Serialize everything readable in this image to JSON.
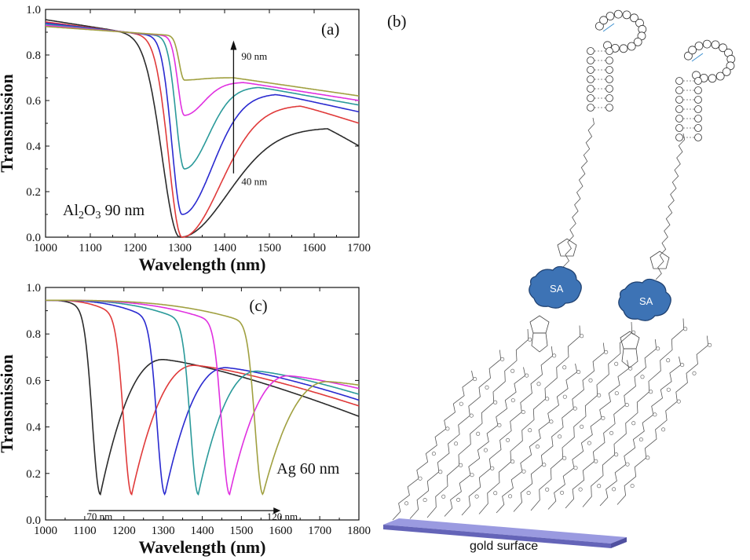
{
  "chart_data": [
    {
      "type": "line",
      "panel_label": "(a)",
      "ylabel": "Transmission",
      "xlabel": "Wavelength (nm)",
      "xlim": [
        1000,
        1700
      ],
      "ylim": [
        0,
        1.0
      ],
      "xticks": [
        1000,
        1100,
        1200,
        1300,
        1400,
        1500,
        1600,
        1700
      ],
      "yticks": [
        "0.0",
        "0.2",
        "0.4",
        "0.6",
        "0.8",
        "1.0"
      ],
      "material_text": "Al",
      "material_sub": "2",
      "material_text2": "O",
      "material_sub2": "3",
      "material_text3": " 90 nm",
      "arrow_top_label": "90 nm",
      "arrow_bottom_label": "40 nm",
      "series": [
        {
          "color": "#2b2b2b",
          "dip_x": 1300,
          "dip_y": 0.0,
          "start_y": 0.955,
          "end_y": 0.4,
          "width": 55,
          "rec": 150
        },
        {
          "color": "#e03a3a",
          "dip_x": 1305,
          "dip_y": 0.0,
          "start_y": 0.945,
          "end_y": 0.5,
          "width": 42,
          "rec": 120
        },
        {
          "color": "#2a2ad0",
          "dip_x": 1305,
          "dip_y": 0.1,
          "start_y": 0.94,
          "end_y": 0.55,
          "width": 32,
          "rec": 95
        },
        {
          "color": "#2a9a9a",
          "dip_x": 1310,
          "dip_y": 0.3,
          "start_y": 0.935,
          "end_y": 0.58,
          "width": 26,
          "rec": 75
        },
        {
          "color": "#e030e0",
          "dip_x": 1310,
          "dip_y": 0.535,
          "start_y": 0.93,
          "end_y": 0.6,
          "width": 20,
          "rec": 60
        },
        {
          "color": "#a0a040",
          "dip_x": 1310,
          "dip_y": 0.69,
          "start_y": 0.925,
          "end_y": 0.62,
          "width": 16,
          "rec": 50
        }
      ]
    },
    {
      "type": "line",
      "panel_label": "(c)",
      "ylabel": "Transmission",
      "xlabel": "Wavelength (nm)",
      "xlim": [
        1000,
        1800
      ],
      "ylim": [
        0,
        1.0
      ],
      "xticks": [
        1000,
        1100,
        1200,
        1300,
        1400,
        1500,
        1600,
        1700,
        1800
      ],
      "yticks": [
        "0.0",
        "0.2",
        "0.4",
        "0.6",
        "0.8",
        "1.0"
      ],
      "material_label": "Ag 60 nm",
      "arrow_left_label": "70 nm",
      "arrow_right_label": "120 nm",
      "series": [
        {
          "color": "#2b2b2b",
          "dip_x": 1140,
          "dip_y": 0.11,
          "peak_x": 1300,
          "peak_y": 0.69,
          "end_y": 0.445
        },
        {
          "color": "#e03a3a",
          "dip_x": 1220,
          "dip_y": 0.11,
          "peak_x": 1380,
          "peak_y": 0.665,
          "end_y": 0.49
        },
        {
          "color": "#2a2ad0",
          "dip_x": 1305,
          "dip_y": 0.11,
          "peak_x": 1460,
          "peak_y": 0.655,
          "end_y": 0.515
        },
        {
          "color": "#2a9a9a",
          "dip_x": 1390,
          "dip_y": 0.11,
          "peak_x": 1540,
          "peak_y": 0.64,
          "end_y": 0.54
        },
        {
          "color": "#e030e0",
          "dip_x": 1470,
          "dip_y": 0.11,
          "peak_x": 1620,
          "peak_y": 0.62,
          "end_y": 0.565
        },
        {
          "color": "#a0a040",
          "dip_x": 1555,
          "dip_y": 0.11,
          "peak_x": 1720,
          "peak_y": 0.595,
          "end_y": 0.58
        }
      ]
    }
  ],
  "panel_b": {
    "label": "(b)",
    "sa_label": "SA",
    "surface_label": "gold surface",
    "colors": {
      "sa_fill": "#3d73b5",
      "surface_top": "#9a9ae0",
      "surface_side": "#6464b8"
    }
  }
}
